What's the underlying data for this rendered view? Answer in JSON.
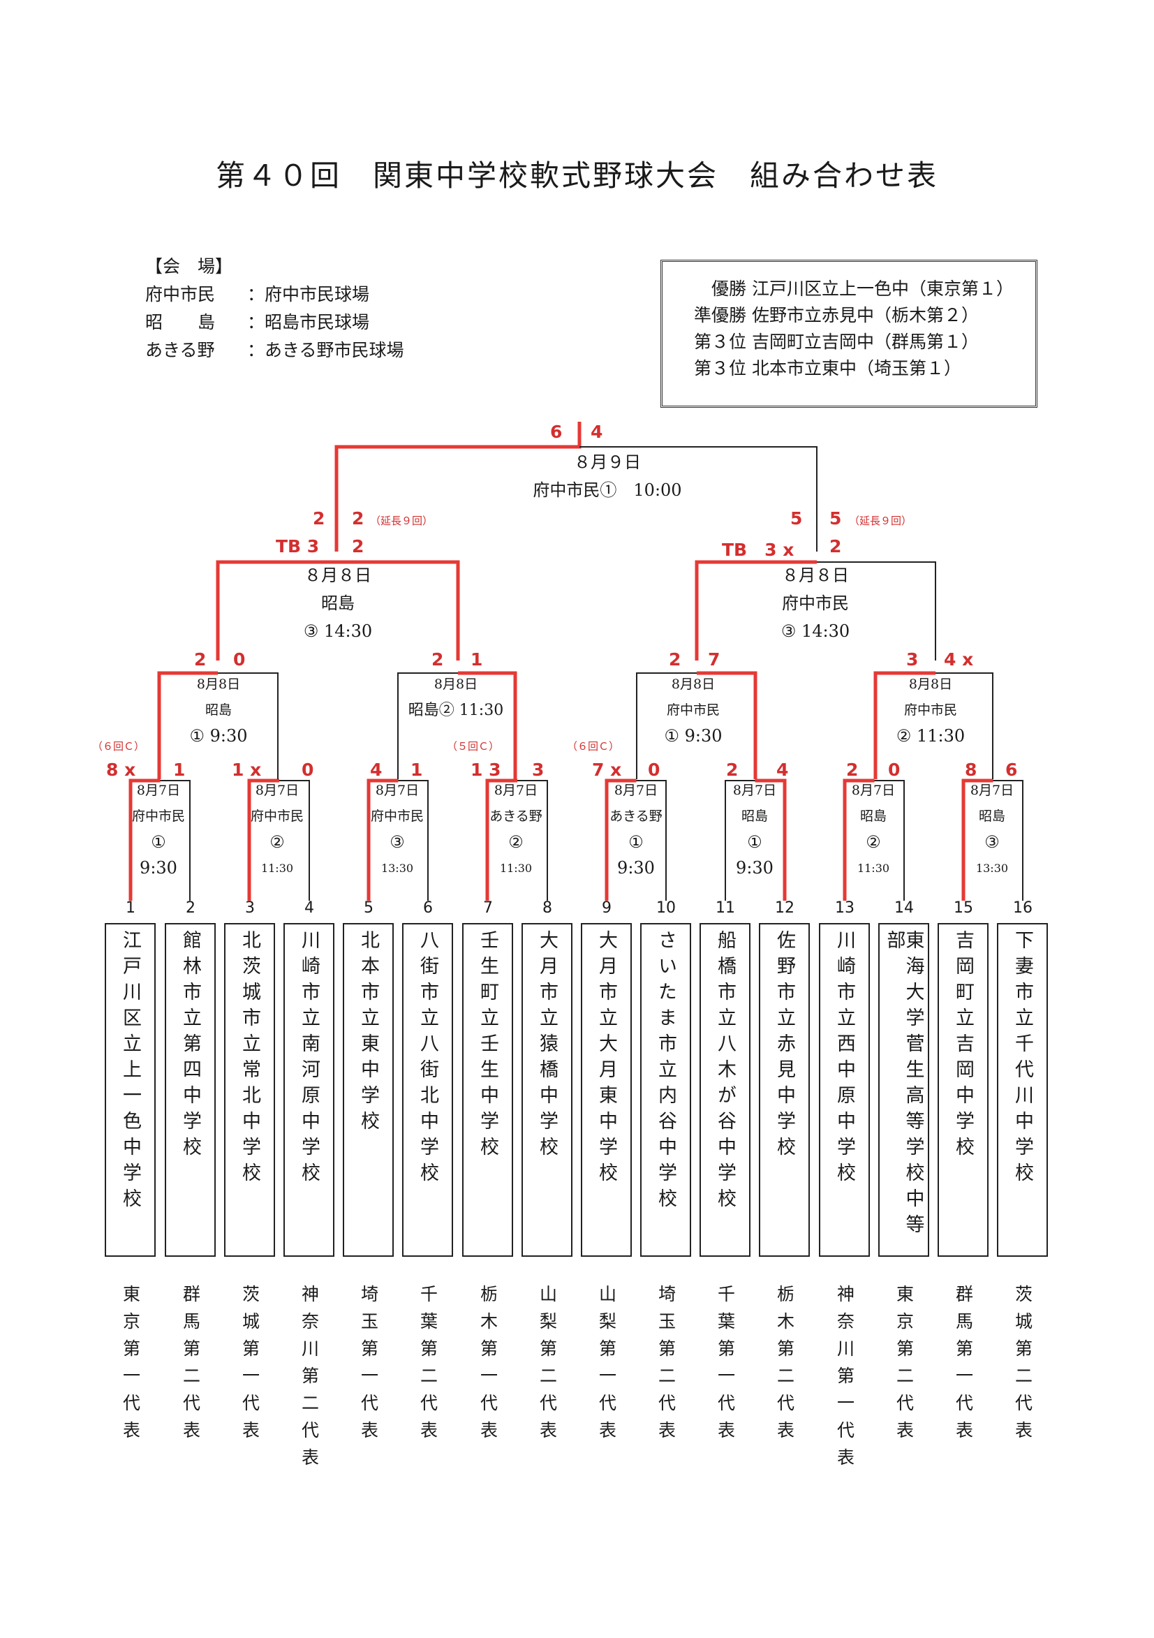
{
  "title": "第４０回　関東中学校軟式野球大会　組み合わせ表",
  "venues": {
    "heading": "【会　場】",
    "items": [
      {
        "name": "府中市民",
        "field": "：府中市民球場"
      },
      {
        "name": "昭　　島",
        "field": "：昭島市民球場"
      },
      {
        "name": "あきる野",
        "field": "：あきる野市民球場"
      }
    ]
  },
  "results": [
    {
      "label": "優勝",
      "team": "江戸川区立上一色中（東京第１）"
    },
    {
      "label": "準優勝",
      "team": "佐野市立赤見中（栃木第２）"
    },
    {
      "label": "第３位",
      "team": "吉岡町立吉岡中（群馬第１）"
    },
    {
      "label": "第３位",
      "team": "北本市立東中（埼玉第１）"
    }
  ],
  "final": {
    "date": "８月９日",
    "venue": "府中市民①　10:00",
    "score_left": "6",
    "score_right": "4"
  },
  "semis": [
    {
      "date": "８月８日",
      "venue": "昭島",
      "time": "③ 14:30",
      "top_left": "2",
      "top_right": "2",
      "note": "（延長９回）",
      "tb_left": "TB 3",
      "tb_right": "2"
    },
    {
      "date": "８月８日",
      "venue": "府中市民",
      "time": "③ 14:30",
      "top_left": "5",
      "top_right": "5",
      "note": "（延長９回）",
      "tb_left": "TB　3 x",
      "tb_right": "2"
    }
  ],
  "quarters": [
    {
      "date": "8月8日",
      "venue": "昭島",
      "time": "① 9:30",
      "score_left": "2",
      "score_right": "0"
    },
    {
      "date": "8月8日",
      "venue": "昭島② 11:30",
      "time": "",
      "score_left": "2",
      "score_right": "1"
    },
    {
      "date": "8月8日",
      "venue": "府中市民",
      "time": "① 9:30",
      "score_left": "2",
      "score_right": "7"
    },
    {
      "date": "8月8日",
      "venue": "府中市民",
      "time": "② 11:30",
      "score_left": "3",
      "score_right": "4 x"
    }
  ],
  "round1": [
    {
      "date": "8月7日",
      "venue": "府中市民",
      "num": "①",
      "time": "9:30",
      "score_left": "8 x",
      "score_right": "1",
      "note": "（６回Ｃ）"
    },
    {
      "date": "8月7日",
      "venue": "府中市民",
      "num": "②",
      "time": "11:30",
      "score_left": "1 x",
      "score_right": "0",
      "note": ""
    },
    {
      "date": "8月7日",
      "venue": "府中市民",
      "num": "③",
      "time": "13:30",
      "score_left": "4",
      "score_right": "1",
      "note": ""
    },
    {
      "date": "8月7日",
      "venue": "あきる野",
      "num": "②",
      "time": "11:30",
      "score_left": "1 3",
      "score_right": "3",
      "note": "（５回Ｃ）"
    },
    {
      "date": "8月7日",
      "venue": "あきる野",
      "num": "①",
      "time": "9:30",
      "score_left": "7 x",
      "score_right": "0",
      "note": "（６回Ｃ）"
    },
    {
      "date": "8月7日",
      "venue": "昭島",
      "num": "①",
      "time": "9:30",
      "score_left": "2",
      "score_right": "4",
      "note": ""
    },
    {
      "date": "8月7日",
      "venue": "昭島",
      "num": "②",
      "time": "11:30",
      "score_left": "2",
      "score_right": "0",
      "note": ""
    },
    {
      "date": "8月7日",
      "venue": "昭島",
      "num": "③",
      "time": "13:30",
      "score_left": "8",
      "score_right": "6",
      "note": ""
    }
  ],
  "teams": [
    {
      "seed": "1",
      "school": "江戸川区立上一色中学校",
      "pref": "東京第一代表"
    },
    {
      "seed": "2",
      "school": "館林市立第四中学校",
      "pref": "群馬第二代表"
    },
    {
      "seed": "3",
      "school": "北茨城市立常北中学校",
      "pref": "茨城第一代表"
    },
    {
      "seed": "4",
      "school": "川崎市立南河原中学校",
      "pref": "神奈川第二代表"
    },
    {
      "seed": "5",
      "school": "北本市立東中学校",
      "pref": "埼玉第一代表"
    },
    {
      "seed": "6",
      "school": "八街市立八街北中学校",
      "pref": "千葉第二代表"
    },
    {
      "seed": "7",
      "school": "壬生町立壬生中学校",
      "pref": "栃木第一代表"
    },
    {
      "seed": "8",
      "school": "大月市立猿橋中学校",
      "pref": "山梨第二代表"
    },
    {
      "seed": "9",
      "school": "大月市立大月東中学校",
      "pref": "山梨第一代表"
    },
    {
      "seed": "10",
      "school": "さいたま市立内谷中学校",
      "pref": "埼玉第二代表"
    },
    {
      "seed": "11",
      "school": "船橋市立八木が谷中学校",
      "pref": "千葉第一代表"
    },
    {
      "seed": "12",
      "school": "佐野市立赤見中学校",
      "pref": "栃木第二代表"
    },
    {
      "seed": "13",
      "school": "川崎市立西中原中学校",
      "pref": "神奈川第一代表"
    },
    {
      "seed": "14",
      "school": "東海大学菅生高等学校中等部",
      "pref": "東京第二代表"
    },
    {
      "seed": "15",
      "school": "吉岡町立吉岡中学校",
      "pref": "群馬第一代表"
    },
    {
      "seed": "16",
      "school": "下妻市立千代川中学校",
      "pref": "茨城第二代表"
    }
  ],
  "colors": {
    "winner_line": "#e53935",
    "loser_line": "#222222",
    "score": "#d32f2f"
  }
}
